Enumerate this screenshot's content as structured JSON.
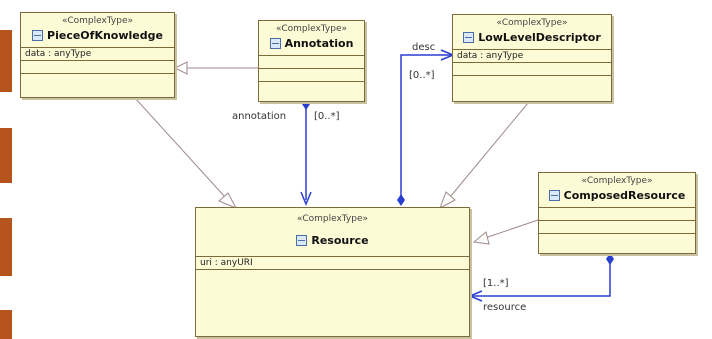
{
  "classes": {
    "piece_of_knowledge": {
      "stereotype": "«ComplexType»",
      "name": "PieceOfKnowledge",
      "attribute": "data : anyType"
    },
    "annotation": {
      "stereotype": "«ComplexType»",
      "name": "Annotation"
    },
    "low_level_descriptor": {
      "stereotype": "«ComplexType»",
      "name": "LowLevelDescriptor",
      "attribute": "data : anyType"
    },
    "resource": {
      "stereotype": "«ComplexType»",
      "name": "Resource",
      "attribute": "uri : anyURI"
    },
    "composed_resource": {
      "stereotype": "«ComplexType»",
      "name": "ComposedResource"
    }
  },
  "associations": {
    "annotation_role": "annotation",
    "annotation_multiplicity": "[0..*]",
    "desc_role": "desc",
    "desc_multiplicity": "[0..*]",
    "resource_role": "resource",
    "resource_multiplicity": "[1..*]"
  },
  "icons": [
    "class-icon"
  ],
  "colors": {
    "class_fill": "#fdfbd6",
    "class_border": "#7b6a3a",
    "association": "#2a3fd0",
    "generalization": "#a08a8a",
    "edge_strip": "#b5541c"
  }
}
